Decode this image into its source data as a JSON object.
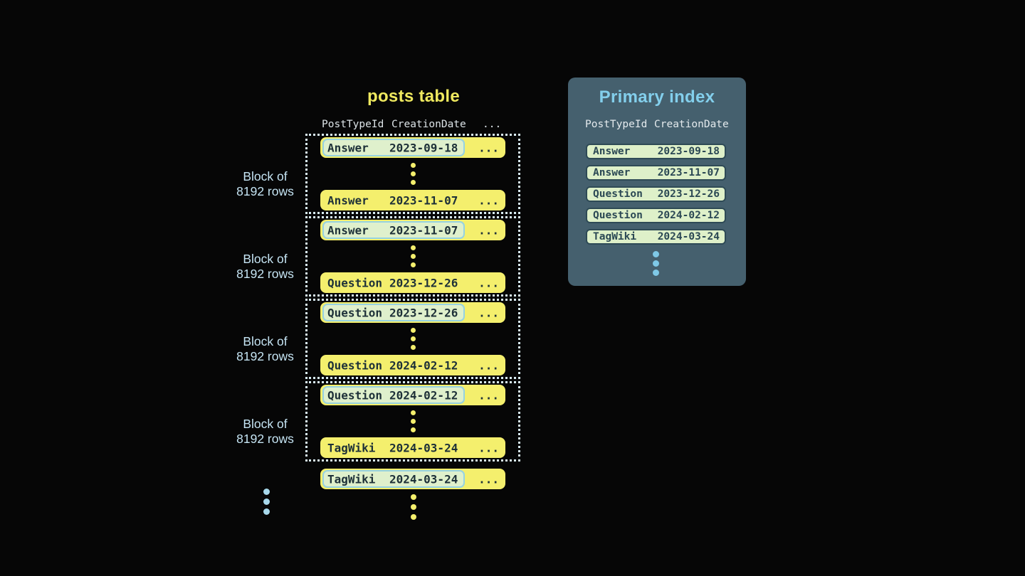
{
  "posts_table": {
    "title": "posts table",
    "columns": [
      "PostTypeId",
      "CreationDate",
      "..."
    ],
    "row_ellipsis": "...",
    "blocks": [
      {
        "label": [
          "Block of",
          "8192 rows"
        ],
        "first_row": {
          "post_type": "Answer",
          "creation_date": "2023-09-18"
        },
        "last_row": {
          "post_type": "Answer",
          "creation_date": "2023-11-07"
        }
      },
      {
        "label": [
          "Block of",
          "8192 rows"
        ],
        "first_row": {
          "post_type": "Answer",
          "creation_date": "2023-11-07"
        },
        "last_row": {
          "post_type": "Question",
          "creation_date": "2023-12-26"
        }
      },
      {
        "label": [
          "Block of",
          "8192 rows"
        ],
        "first_row": {
          "post_type": "Question",
          "creation_date": "2023-12-26"
        },
        "last_row": {
          "post_type": "Question",
          "creation_date": "2024-02-12"
        }
      },
      {
        "label": [
          "Block of",
          "8192 rows"
        ],
        "first_row": {
          "post_type": "Question",
          "creation_date": "2024-02-12"
        },
        "last_row": {
          "post_type": "TagWiki",
          "creation_date": "2024-03-24"
        }
      }
    ],
    "next_block_first_row": {
      "post_type": "TagWiki",
      "creation_date": "2024-03-24"
    }
  },
  "primary_index": {
    "title": "Primary index",
    "columns": [
      "PostTypeId",
      "CreationDate"
    ],
    "rows": [
      {
        "post_type": "Answer",
        "creation_date": "2023-09-18"
      },
      {
        "post_type": "Answer",
        "creation_date": "2023-11-07"
      },
      {
        "post_type": "Question",
        "creation_date": "2023-12-26"
      },
      {
        "post_type": "Question",
        "creation_date": "2024-02-12"
      },
      {
        "post_type": "TagWiki",
        "creation_date": "2024-03-24"
      }
    ]
  },
  "colors": {
    "background": "#060606",
    "posts_title_yellow": "#efe95f",
    "row_yellow": "#f4ef6d",
    "highlight_cell_green": "#dff0cc",
    "highlight_cell_border_cyan": "#96d2e2",
    "row_text_dark": "#1d3038",
    "dotted_block_border": "#d9ecf3",
    "block_label_blue": "#c5e4f3",
    "panel_background_slate": "#45606e",
    "panel_title_blue": "#83cfec",
    "index_row_green": "#def0c9",
    "index_row_border": "#2e4a56",
    "header_gray": "#dce3e7",
    "dot_blue": "#7fc9e7"
  }
}
